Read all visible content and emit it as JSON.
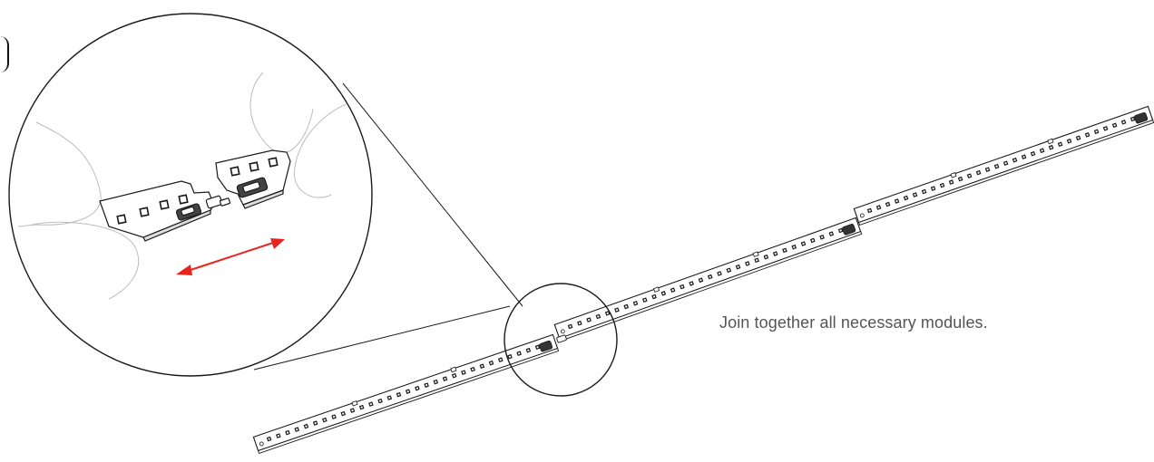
{
  "caption": {
    "text": "Join together all necessary modules."
  },
  "colors": {
    "line": "#1a1a1a",
    "finger": "#bdbdbd",
    "arrow": "#e8241e",
    "caption": "#555555",
    "background": "#ffffff"
  },
  "icons": {
    "zoom_callout": "magnify-callout",
    "direction_arrow": "double-headed-arrow"
  },
  "modules": {
    "count": 3,
    "led_pads_per_module": 30
  }
}
